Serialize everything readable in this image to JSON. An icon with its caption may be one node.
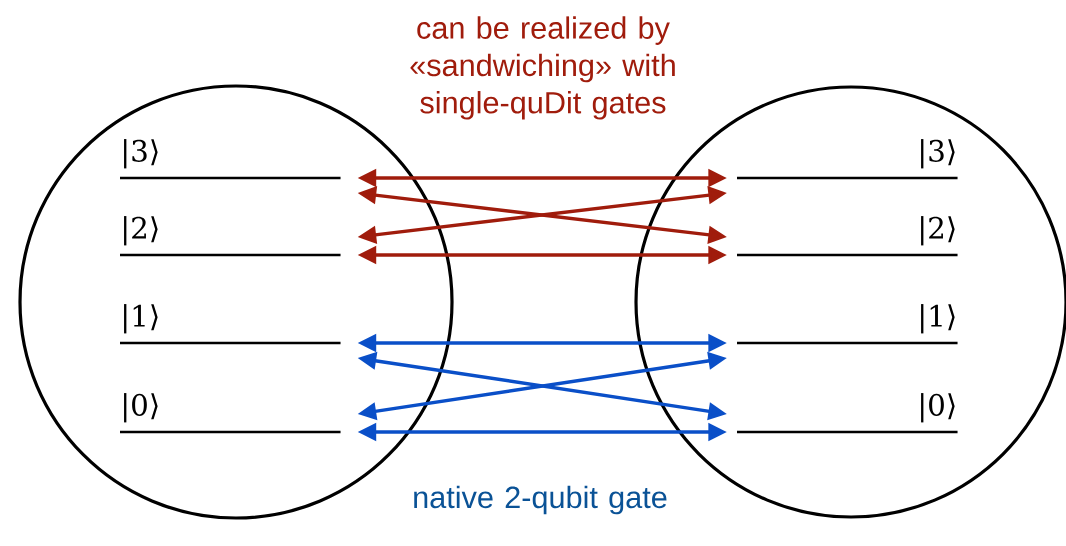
{
  "diagram": {
    "nodes": [
      {
        "text": [],
        "shape": "circle"
      },
      {
        "text": [
          "|3⟩"
        ],
        "in": 0
      },
      {
        "text": [
          "|2⟩"
        ],
        "in": 0
      },
      {
        "text": [
          "|1⟩"
        ],
        "in": 0
      },
      {
        "text": [
          "|0⟩"
        ],
        "in": 0
      },
      {
        "text": [],
        "shape": "circle"
      },
      {
        "text": [
          "|3⟩"
        ],
        "in": 5
      },
      {
        "text": [
          "|2⟩"
        ],
        "in": 5
      },
      {
        "text": [
          "|1⟩"
        ],
        "in": 5
      },
      {
        "text": [
          "|0⟩"
        ],
        "in": 5
      }
    ],
    "edges": [
      {
        "from": 1,
        "to": 6,
        "arrow": "both",
        "color": "#a01c0c"
      },
      {
        "from": 1,
        "to": 7,
        "arrow": "both",
        "color": "#a01c0c"
      },
      {
        "from": 2,
        "to": 6,
        "arrow": "both",
        "color": "#a01c0c"
      },
      {
        "from": 2,
        "to": 7,
        "arrow": "both",
        "color": "#a01c0c"
      },
      {
        "from": 3,
        "to": 8,
        "arrow": "both",
        "color": "#0a4fc8"
      },
      {
        "from": 3,
        "to": 9,
        "arrow": "both",
        "color": "#0a4fc8"
      },
      {
        "from": 4,
        "to": 8,
        "arrow": "both",
        "color": "#0a4fc8"
      },
      {
        "from": 4,
        "to": 9,
        "arrow": "both",
        "color": "#0a4fc8"
      }
    ],
    "labels": [
      "can be realized by «sandwiching» with single-quDit gates",
      "native 2-qubit gate"
    ]
  }
}
